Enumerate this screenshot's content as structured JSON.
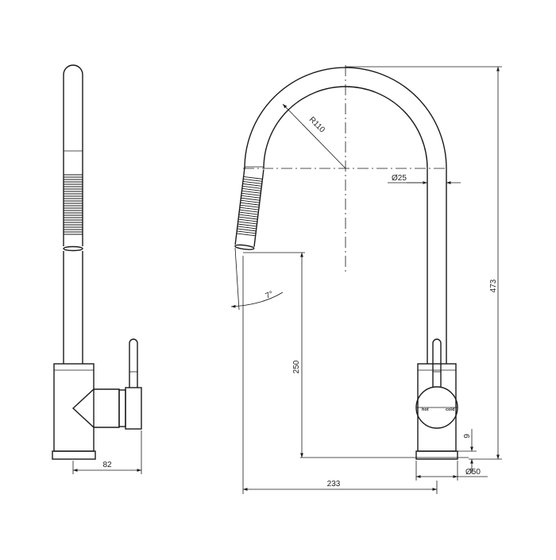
{
  "dimensions": {
    "side_width": "82",
    "radius": "R110",
    "spout_diameter": "Ø25",
    "angle": "7°",
    "spout_height": "250",
    "total_height": "473",
    "base_step": "9",
    "base_diameter": "Ø50",
    "reach": "233"
  },
  "handle_labels": {
    "hot": "hot",
    "cold": "cold"
  }
}
